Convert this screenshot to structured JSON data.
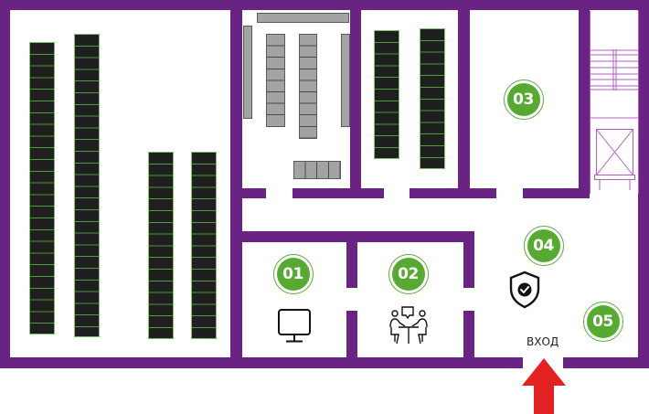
{
  "plan": {
    "title": "Floor plan",
    "colors": {
      "wall": "#692383",
      "badge": "#56aa32",
      "rack_fill": "#1f1f1f",
      "rack_line": "#4e9a3e",
      "shelf_gray": "#a3a3a3",
      "arrow": "#e32323",
      "stair_line": "#b35cc0"
    }
  },
  "zones": [
    {
      "number": "01",
      "icon": "monitor-icon"
    },
    {
      "number": "02",
      "icon": "meeting-icon"
    },
    {
      "number": "03",
      "icon": ""
    },
    {
      "number": "04",
      "icon": "shield-check-icon"
    },
    {
      "number": "05",
      "icon": ""
    }
  ],
  "entrance": {
    "label": "ВХОД",
    "icon": "arrow-up-icon"
  }
}
